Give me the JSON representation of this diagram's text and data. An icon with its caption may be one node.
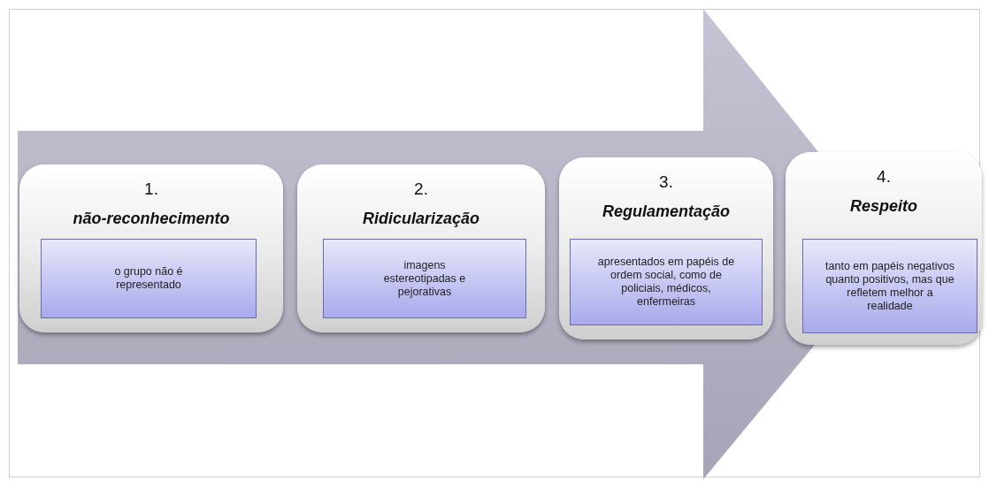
{
  "diagram": {
    "nodes": [
      {
        "text": [
          "1.",
          "não-reconhecimento"
        ]
      },
      {
        "text": [
          "o grupo não é representado"
        ],
        "in": 0
      },
      {
        "text": [
          "2.",
          "Ridicularização"
        ]
      },
      {
        "text": [
          "imagens estereotipadas e pejorativas"
        ],
        "in": 2
      },
      {
        "text": [
          "3.",
          "Regulamentação"
        ]
      },
      {
        "text": [
          "apresentados em papéis de ordem social, como de policiais, médicos, enfermeiras"
        ],
        "in": 4
      },
      {
        "text": [
          "4.",
          "Respeito"
        ]
      },
      {
        "text": [
          "tanto em papéis negativos quanto positivos, mas que refletem melhor a realidade"
        ],
        "in": 6
      }
    ],
    "edges": [
      {
        "from": 0,
        "to": 6,
        "arrow": "to",
        "style": "thick"
      }
    ]
  }
}
